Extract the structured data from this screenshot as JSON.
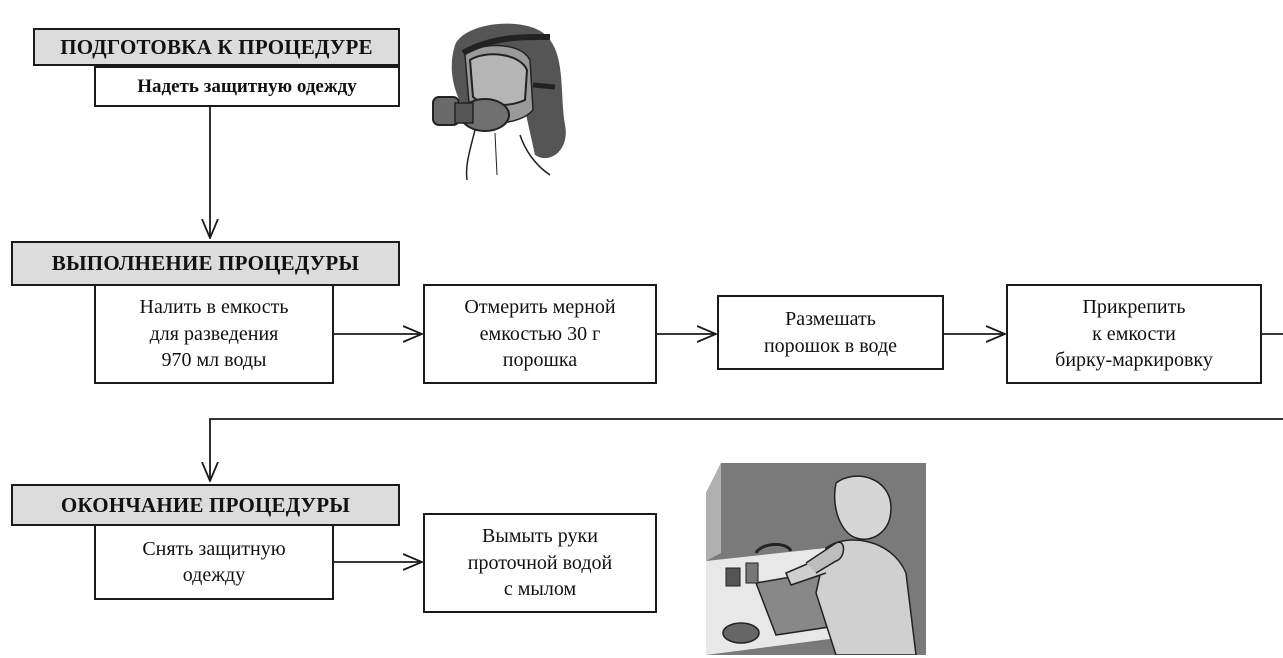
{
  "sections": [
    {
      "header": "ПОДГОТОВКА К ПРОЦЕДУРЕ",
      "steps": [
        "Надеть защитную одежду"
      ]
    },
    {
      "header": "ВЫПОЛНЕНИЕ ПРОЦЕДУРЫ",
      "steps": [
        "Налить в емкость\nдля разведения\n970 мл воды",
        "Отмерить мерной\nемкостью 30 г\nпорошка",
        "Размешать\nпорошок в  воде",
        "Прикрепить\nк емкости\nбирку-маркировку"
      ]
    },
    {
      "header": "ОКОНЧАНИЕ ПРОЦЕДУРЫ",
      "steps": [
        "Снять защитную\nодежду",
        "Вымыть руки\nпроточной водой\nс мылом"
      ]
    }
  ],
  "illustrations": {
    "top": "person-in-respirator-illustration",
    "bottom": "person-washing-hands-illustration"
  },
  "colors": {
    "header_fill": "#dcdcdc",
    "line": "#1a1a1a",
    "illustration_gray": "#7a7a7a"
  }
}
